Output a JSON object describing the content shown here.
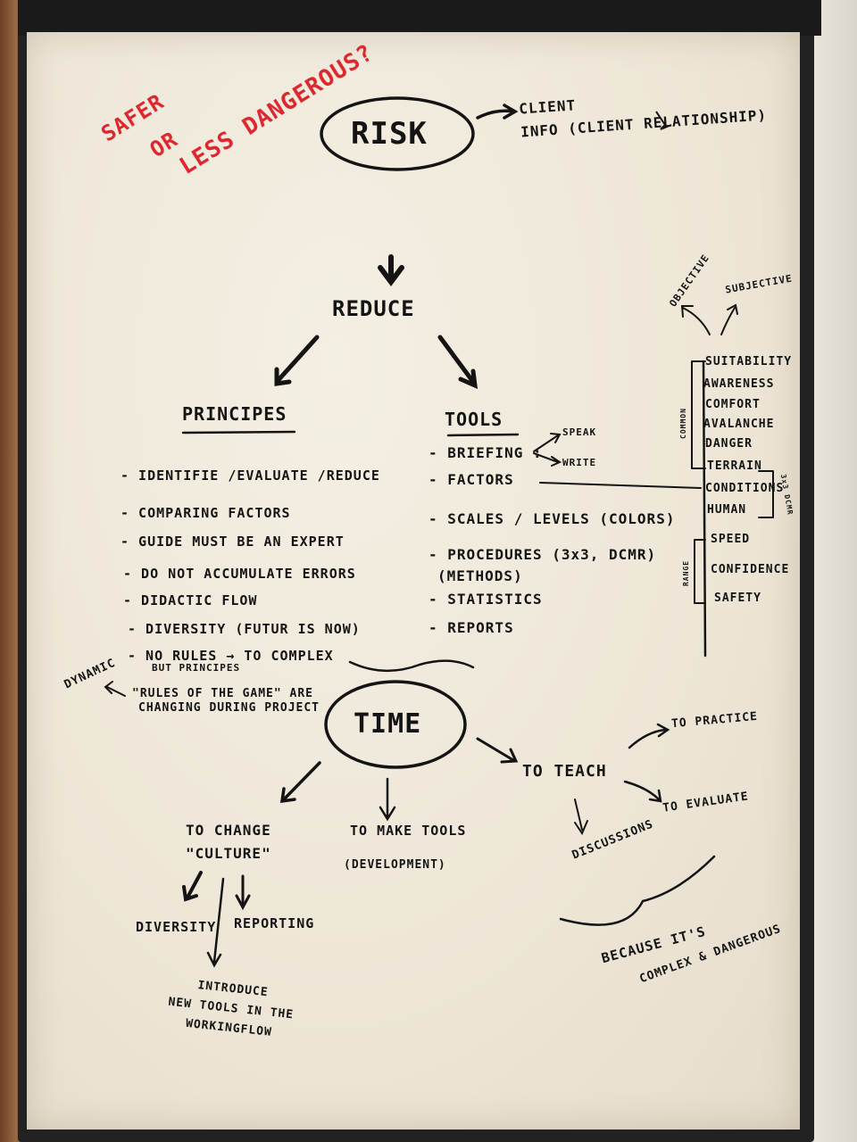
{
  "flipchart": {
    "red_note": {
      "line1": "SAFER",
      "line2": "OR",
      "line3": "LESS DANGEROUS?"
    },
    "risk": {
      "title": "RISK",
      "client_info": "CLIENT\nINFO (CLIENT RELATIONSHIP)"
    },
    "reduce": "REDUCE",
    "principles": {
      "heading": "PRINCIPES",
      "items": [
        "- IDENTIFIE /EVALUATE /REDUCE",
        "- COMPARING FACTORS",
        "- GUIDE MUST BE AN EXPERT",
        "- DO NOT ACCUMULATE ERRORS",
        "- DIDACTIC FLOW",
        "- DIVERSITY (FUTUR IS NOW)",
        "- NO RULES → TO COMPLEX",
        "\"RULES OF THE GAME\" ARE",
        "CHANGING DURING PROJECT"
      ],
      "sub_note": "BUT PRINCIPES",
      "dynamic": "DYNAMIC"
    },
    "tools": {
      "heading": "TOOLS",
      "items": [
        "- BRIEFING :",
        "- FACTORS",
        "- SCALES / LEVELS (COLORS)",
        "- PROCEDURES (3x3, DCMR)",
        "(METHODS)",
        "- STATISTICS",
        "- REPORTS"
      ],
      "briefing_speak": "SPEAK",
      "briefing_write": "WRITE"
    },
    "factors": {
      "top": [
        "OBJECTIVE",
        "SUBJECTIVE"
      ],
      "items": [
        "SUITABILITY",
        "AWARENESS",
        "COMFORT",
        "AVALANCHE",
        "DANGER",
        "TERRAIN",
        "CONDITIONS",
        "HUMAN",
        "SPEED",
        "CONFIDENCE",
        "SAFETY"
      ],
      "group_left1": "COMMON",
      "group_right": "3x3 DCMR",
      "group_left2": "RANGE"
    },
    "time": {
      "title": "TIME",
      "change_culture": "TO CHANGE\n\"CULTURE\"",
      "diversity": "DIVERSITY",
      "reporting": "REPORTING",
      "introduce": "INTRODUCE\nNEW TOOLS IN THE\nWORKINGFLOW",
      "make_tools": "TO MAKE TOOLS",
      "development": "(DEVELOPMENT)",
      "teach": "TO TEACH",
      "practice": "TO PRACTICE",
      "evaluate": "TO EVALUATE",
      "discussions": "DISCUSSIONS",
      "because": "BECAUSE IT'S",
      "complex": "COMPLEX & DANGEROUS"
    }
  }
}
